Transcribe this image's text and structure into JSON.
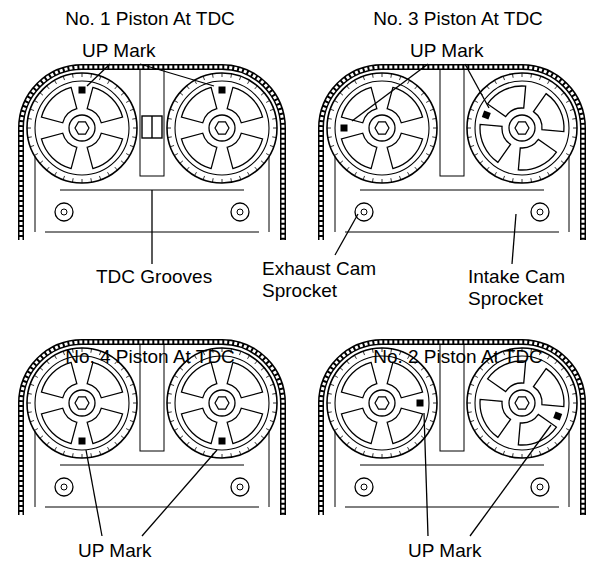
{
  "diagram": {
    "labels": [
      "No. 1 Piston At TDC",
      "UP Mark",
      "TDC Grooves",
      "No. 3 Piston At TDC",
      "UP Mark",
      "Exhaust Cam Sprocket",
      "Intake Cam Sprocket",
      "No. 4 Piston At TDC",
      "UP Mark",
      "No. 2 Piston At TDC",
      "UP Mark"
    ]
  }
}
